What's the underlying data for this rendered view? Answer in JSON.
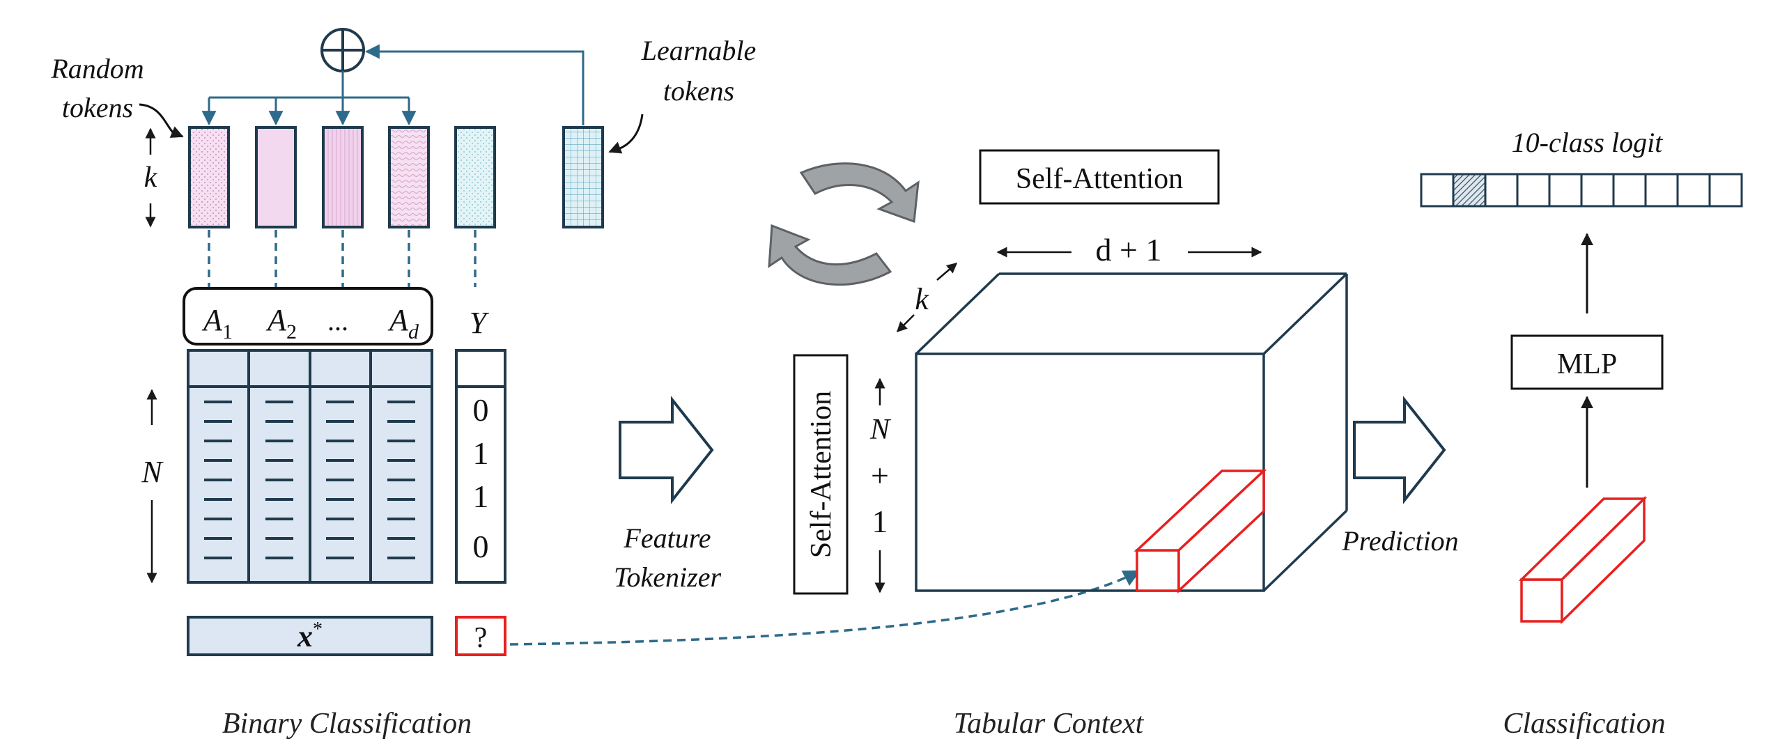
{
  "left": {
    "random_tokens": [
      "Random",
      "tokens"
    ],
    "learnable_tokens": [
      "Learnable",
      "tokens"
    ],
    "k": "k",
    "header_A1": "A",
    "header_A1_sub": "1",
    "header_A2": "A",
    "header_A2_sub": "2",
    "header_dots": "...",
    "header_Ad": "A",
    "header_Ad_sub": "d",
    "header_Y": "Y",
    "n_label": "N",
    "y_values": [
      "0",
      "1",
      "1",
      "0"
    ],
    "query_x": "x",
    "query_x_sup": "*",
    "query_y": "?",
    "caption": "Binary Classification"
  },
  "middle": {
    "tokenizer_label": [
      "Feature",
      "Tokenizer"
    ],
    "self_attention_top": "Self-Attention",
    "self_attention_side": "Self-Attention",
    "d_plus_one": "d + 1",
    "k": "k",
    "n_plus_one": [
      "N",
      "+",
      "1"
    ],
    "caption": "Tabular Context"
  },
  "right": {
    "prediction_label": "Prediction",
    "logit_title": "10-class logit",
    "num_classes": 10,
    "highlighted_class": 2,
    "mlp_label": "MLP",
    "caption": "Classification"
  },
  "colors": {
    "navy": "#1f3a4d",
    "teal_arrow": "#2e6a8a",
    "header_fill": "#dce7f3",
    "red": "#e8201e",
    "pink_fill": "#f4dcef",
    "cyan_fill": "#d9f0f5",
    "gray_arrow": "#a0a3a6"
  }
}
